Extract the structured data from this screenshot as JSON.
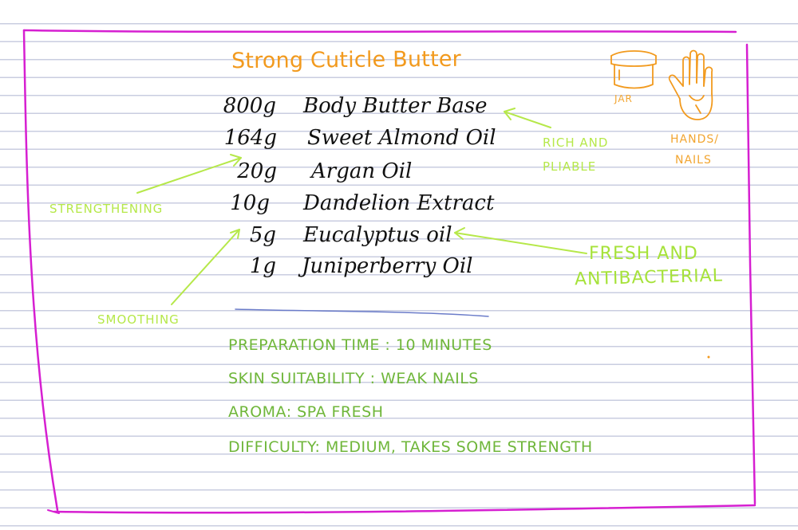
{
  "title": "Strong Cuticle Butter",
  "ingredients": [
    {
      "amount": "800g",
      "name": "Body Butter Base"
    },
    {
      "amount": "164g",
      "name": "Sweet Almond Oil"
    },
    {
      "amount": "20g",
      "name": "Argan Oil"
    },
    {
      "amount": "10g",
      "name": "Dandelion Extract"
    },
    {
      "amount": "5g",
      "name": "Eucalyptus oil"
    },
    {
      "amount": "1g",
      "name": "Juniperberry Oil"
    }
  ],
  "annotations": {
    "rich_pliable_1": "Rich and",
    "rich_pliable_2": "Pliable",
    "strengthening": "Strengthening",
    "smoothing": "Smoothing",
    "fresh_1": "Fresh and",
    "fresh_2": "Antibacterial"
  },
  "icons": {
    "jar_label": "Jar",
    "hands_label_1": "Hands/",
    "hands_label_2": "Nails",
    "jar_icon": "jar-icon",
    "hand_icon": "hand-icon"
  },
  "info": {
    "preparation": "Preparation Time : 10 minutes",
    "suitability": "Skin Suitability :  Weak Nails",
    "aroma": "Aroma: Spa Fresh",
    "difficulty": "Difficulty: Medium, Takes some strength"
  },
  "colors": {
    "title": "#f29a1e",
    "frame": "#d61fd1",
    "annotation": "#b6e84a",
    "info": "#6fb63a",
    "ruled_line": "#c9cde0"
  }
}
